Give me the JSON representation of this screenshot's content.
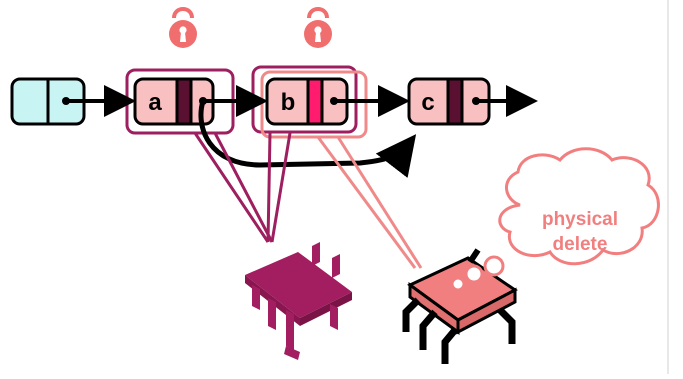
{
  "nodes": [
    {
      "id": "head",
      "label": ""
    },
    {
      "id": "a",
      "label": "a"
    },
    {
      "id": "b",
      "label": "b"
    },
    {
      "id": "c",
      "label": "c"
    }
  ],
  "thought_bubble": {
    "line1": "physical",
    "line2": "delete"
  },
  "colors": {
    "node_fill": "#f8c0c0",
    "head_fill": "#c8f4f4",
    "lock": "#f06e6e",
    "highlight_dark": "#9e1f5f",
    "highlight_light": "#f08a8a",
    "mark_dark": "#5a1030",
    "mark_bright": "#ff1c6e",
    "robot_dark": "#a21e60",
    "robot_light": "#f27f7f",
    "bubble": "#f27f7f"
  },
  "icons": [
    "lock-icon",
    "robot-icon",
    "thought-bubble-icon",
    "arrow-icon"
  ]
}
